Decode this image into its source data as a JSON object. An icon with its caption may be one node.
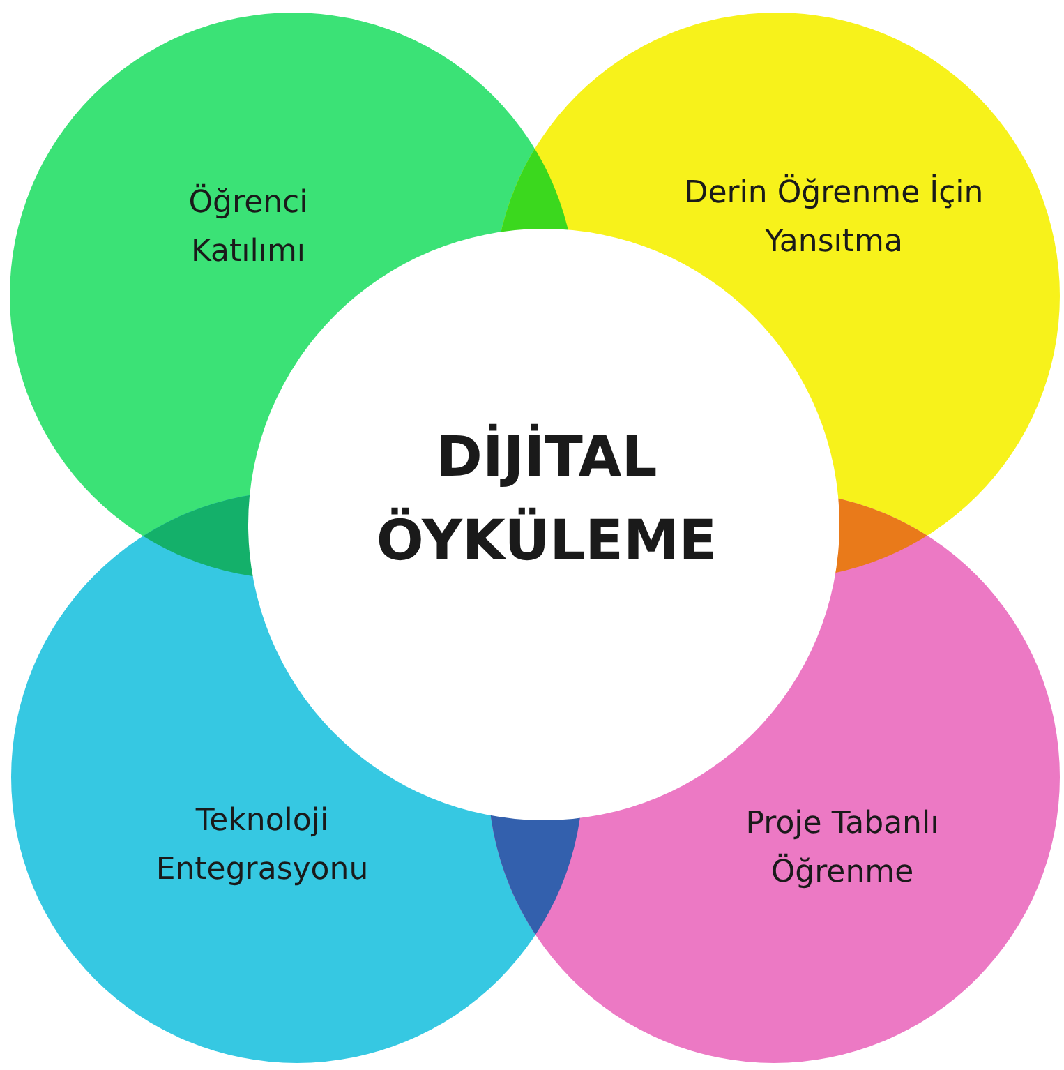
{
  "diagram": {
    "nodes": [
      {
        "text": [
          "Öğrenci Katılımı"
        ]
      },
      {
        "text": [
          "Derin Öğrenme İçin Yansıtma"
        ]
      },
      {
        "text": [
          "DİJİTAL ÖYKÜLEME"
        ]
      },
      {
        "text": [
          "Teknoloji Entegrasyonu"
        ]
      },
      {
        "text": [
          "Proje Tabanlı Öğrenme"
        ]
      }
    ]
  }
}
